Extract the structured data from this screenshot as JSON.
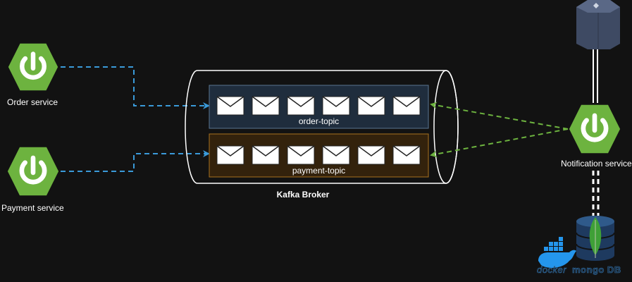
{
  "services": {
    "order": {
      "label": "Order service"
    },
    "payment": {
      "label": "Payment service"
    },
    "notification": {
      "label": "Notification service"
    }
  },
  "broker": {
    "label": "Kafka Broker",
    "topics": [
      {
        "name": "order-topic",
        "messages": 6
      },
      {
        "name": "payment-topic",
        "messages": 6
      }
    ]
  },
  "logos": {
    "docker": "docker",
    "mongo": "mongo DB"
  },
  "colors": {
    "spring_green": "#6db33f",
    "producer_arrow": "#3a9ad9",
    "consumer_arrow": "#6db33f",
    "order_topic_fill": "#1f2d3d",
    "order_topic_border": "#5a7591",
    "payment_topic_fill": "#33220c",
    "payment_topic_border": "#a8711f"
  },
  "icons": {
    "service": "spring-power-icon",
    "message": "envelope-icon",
    "server": "server-box-icon",
    "database": "mongodb-database-icon",
    "container": "docker-whale-icon"
  }
}
